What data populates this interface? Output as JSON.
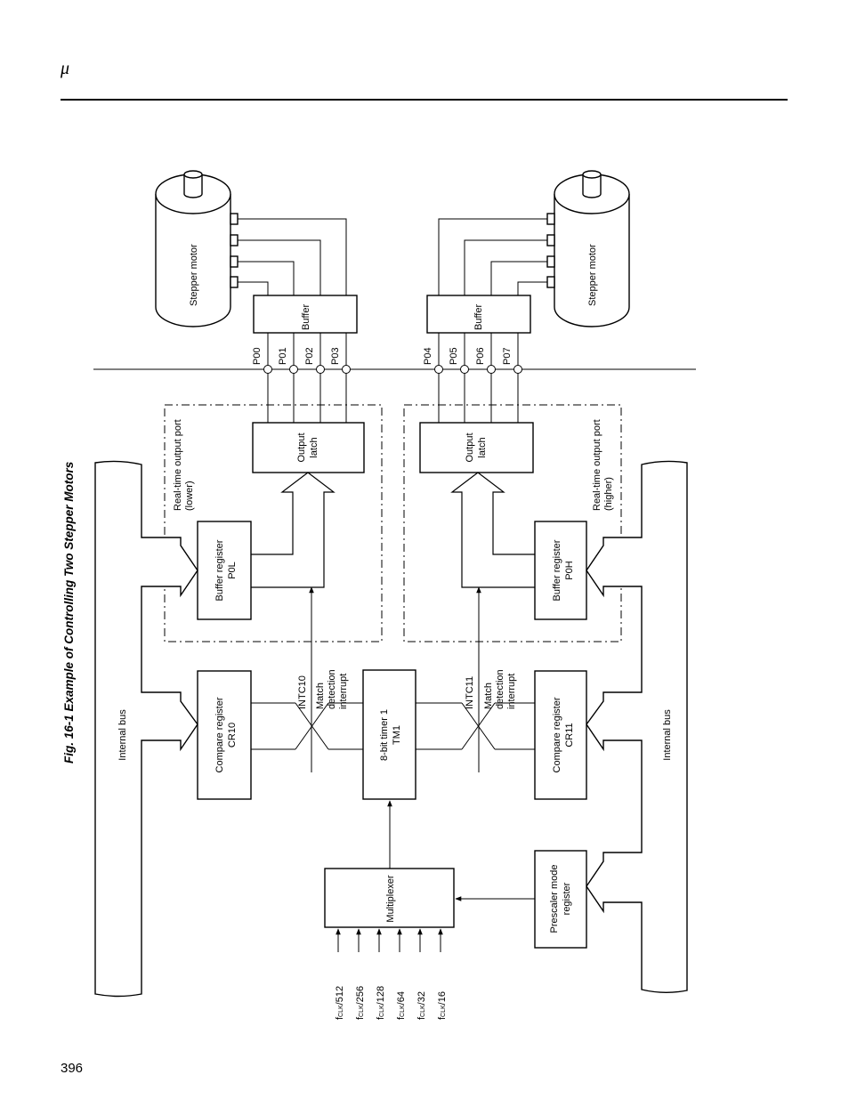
{
  "header": {
    "symbol": "μ"
  },
  "figure": {
    "caption": "Fig. 16-1  Example of Controlling Two Stepper Motors"
  },
  "page": {
    "number": "396"
  },
  "diagram": {
    "motor_left": "Stepper motor",
    "motor_right": "Stepper motor",
    "buffer_left": "Buffer",
    "buffer_right": "Buffer",
    "ports_low": [
      "P00",
      "P01",
      "P02",
      "P03"
    ],
    "ports_high": [
      "P04",
      "P05",
      "P06",
      "P07"
    ],
    "rtp_lower": [
      "Real-time output port",
      "(lower)"
    ],
    "rtp_higher": [
      "Real-time output port",
      "(higher)"
    ],
    "output_latch_left": [
      "Output",
      "latch"
    ],
    "output_latch_right": [
      "Output",
      "latch"
    ],
    "buffer_reg_left": [
      "Buffer register",
      "P0L"
    ],
    "buffer_reg_right": [
      "Buffer register",
      "P0H"
    ],
    "compare_left": [
      "Compare register",
      "CR10"
    ],
    "compare_right": [
      "Compare register",
      "CR11"
    ],
    "timer": [
      "8-bit timer 1",
      "TM1"
    ],
    "intc_left": "INTC10",
    "intc_right": "INTC11",
    "match_left": [
      "Match",
      "detection",
      "interrupt"
    ],
    "match_right": [
      "Match",
      "detection",
      "interrupt"
    ],
    "multiplexer": "Multiplexer",
    "prescaler": [
      "Prescaler mode",
      "register"
    ],
    "bus_left": "Internal bus",
    "bus_right": "Internal bus",
    "clock_prefix": "f",
    "clock_sub": "CLK",
    "clocks": [
      "/512",
      "/256",
      "/128",
      "/64",
      "/32",
      "/16"
    ]
  }
}
